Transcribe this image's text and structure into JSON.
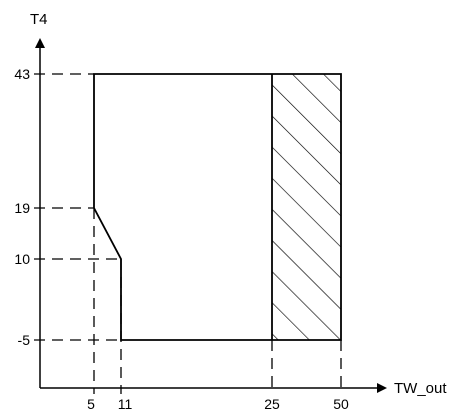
{
  "axes": {
    "y_title": "T4",
    "x_title": "TW_out"
  },
  "y_ticks": [
    {
      "label": "43",
      "value": 43
    },
    {
      "label": "19",
      "value": 19
    },
    {
      "label": "10",
      "value": 10
    },
    {
      "label": "-5",
      "value": -5
    }
  ],
  "x_ticks": [
    {
      "label": "5",
      "value": 5
    },
    {
      "label": "11",
      "value": 11
    },
    {
      "label": "25",
      "value": 25
    },
    {
      "label": "50",
      "value": 50
    }
  ],
  "operating_region": {
    "outline_points": [
      {
        "tw_out": 5,
        "t4": 43
      },
      {
        "tw_out": 50,
        "t4": 43
      },
      {
        "tw_out": 50,
        "t4": -5
      },
      {
        "tw_out": 11,
        "t4": -5
      },
      {
        "tw_out": 11,
        "t4": 10
      },
      {
        "tw_out": 5,
        "t4": 19
      }
    ],
    "hatched_x_range": [
      25,
      50
    ],
    "hatched_y_range": [
      -5,
      43
    ]
  },
  "colors": {
    "line": "#000000",
    "background": "#ffffff"
  }
}
